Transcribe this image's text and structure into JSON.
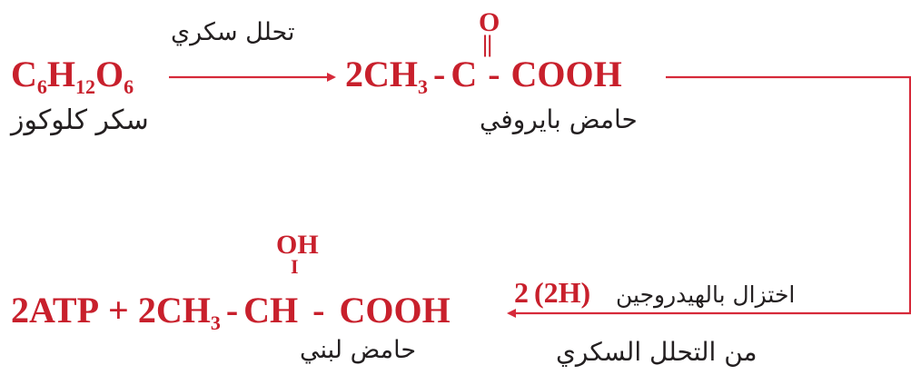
{
  "reaction1": {
    "glucose_formula": {
      "c": "C",
      "c_sub": "6",
      "h": "H",
      "h_sub": "12",
      "o": "O",
      "o_sub": "6"
    },
    "glucose_name": "سكر كلوكوز",
    "arrow_label": "تحلل سكري",
    "pyruvic": {
      "coef_ch": "2CH",
      "ch_sub": "3",
      "dash1": "-",
      "c": "C",
      "dash2": "-",
      "cooh": "COOH",
      "o_top": "O",
      "double_bond": "||"
    },
    "pyruvic_name": "حامض بايروفي"
  },
  "reaction2": {
    "atp": "2ATP",
    "plus": "+",
    "lactic": {
      "coef_ch": "2CH",
      "ch_sub": "3",
      "dash1": "-",
      "ch": "CH",
      "dash2": "-",
      "cooh": "COOH",
      "oh_top": "OH",
      "single_bond": "I"
    },
    "lactic_name": "حامض لبني",
    "reduction_label": "اختزال بالهيدروجين",
    "h_coef": "2",
    "h_group": "(2H)",
    "from_glycolysis": "من التحلل السكري"
  },
  "colors": {
    "formula": "#c8202c",
    "text": "#231f20",
    "arrow": "#d62a3a"
  }
}
